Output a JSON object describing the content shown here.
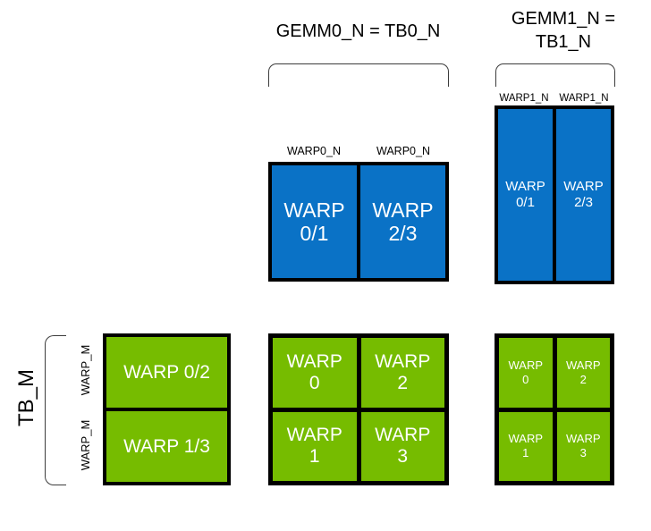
{
  "diagram": {
    "title_gemm0": "GEMM0_N = TB0_N",
    "title_gemm1_line1": "GEMM1_N =",
    "title_gemm1_line2": "TB1_N",
    "label_tb_m": "TB_M",
    "label_warp_m": "WARP_M",
    "label_warp0_n": "WARP0_N",
    "label_warp1_n": "WARP1_N"
  },
  "colors": {
    "blue": "#0A72C6",
    "green": "#76BC00",
    "border": "#000000",
    "bracket": "#3C3C3C",
    "text_on_fill": "#FFFFFF",
    "background": "#FFFFFF"
  },
  "blue_group_gemm0": {
    "ticks": [
      "WARP0_N",
      "WARP0_N"
    ],
    "cells": [
      "WARP\n0/1",
      "WARP\n2/3"
    ]
  },
  "blue_group_gemm1": {
    "ticks": [
      "WARP1_N",
      "WARP1_N"
    ],
    "cells": [
      "WARP\n0/1",
      "WARP\n2/3"
    ]
  },
  "green_group_left": {
    "axis_label": "TB_M",
    "row_ticks": [
      "WARP_M",
      "WARP_M"
    ],
    "cells": [
      "WARP 0/2",
      "WARP 1/3"
    ]
  },
  "green_group_middle": {
    "cells": [
      "WARP\n0",
      "WARP\n2",
      "WARP\n1",
      "WARP\n3"
    ]
  },
  "green_group_right": {
    "cells": [
      "WARP\n0",
      "WARP\n2",
      "WARP\n1",
      "WARP\n3"
    ]
  }
}
